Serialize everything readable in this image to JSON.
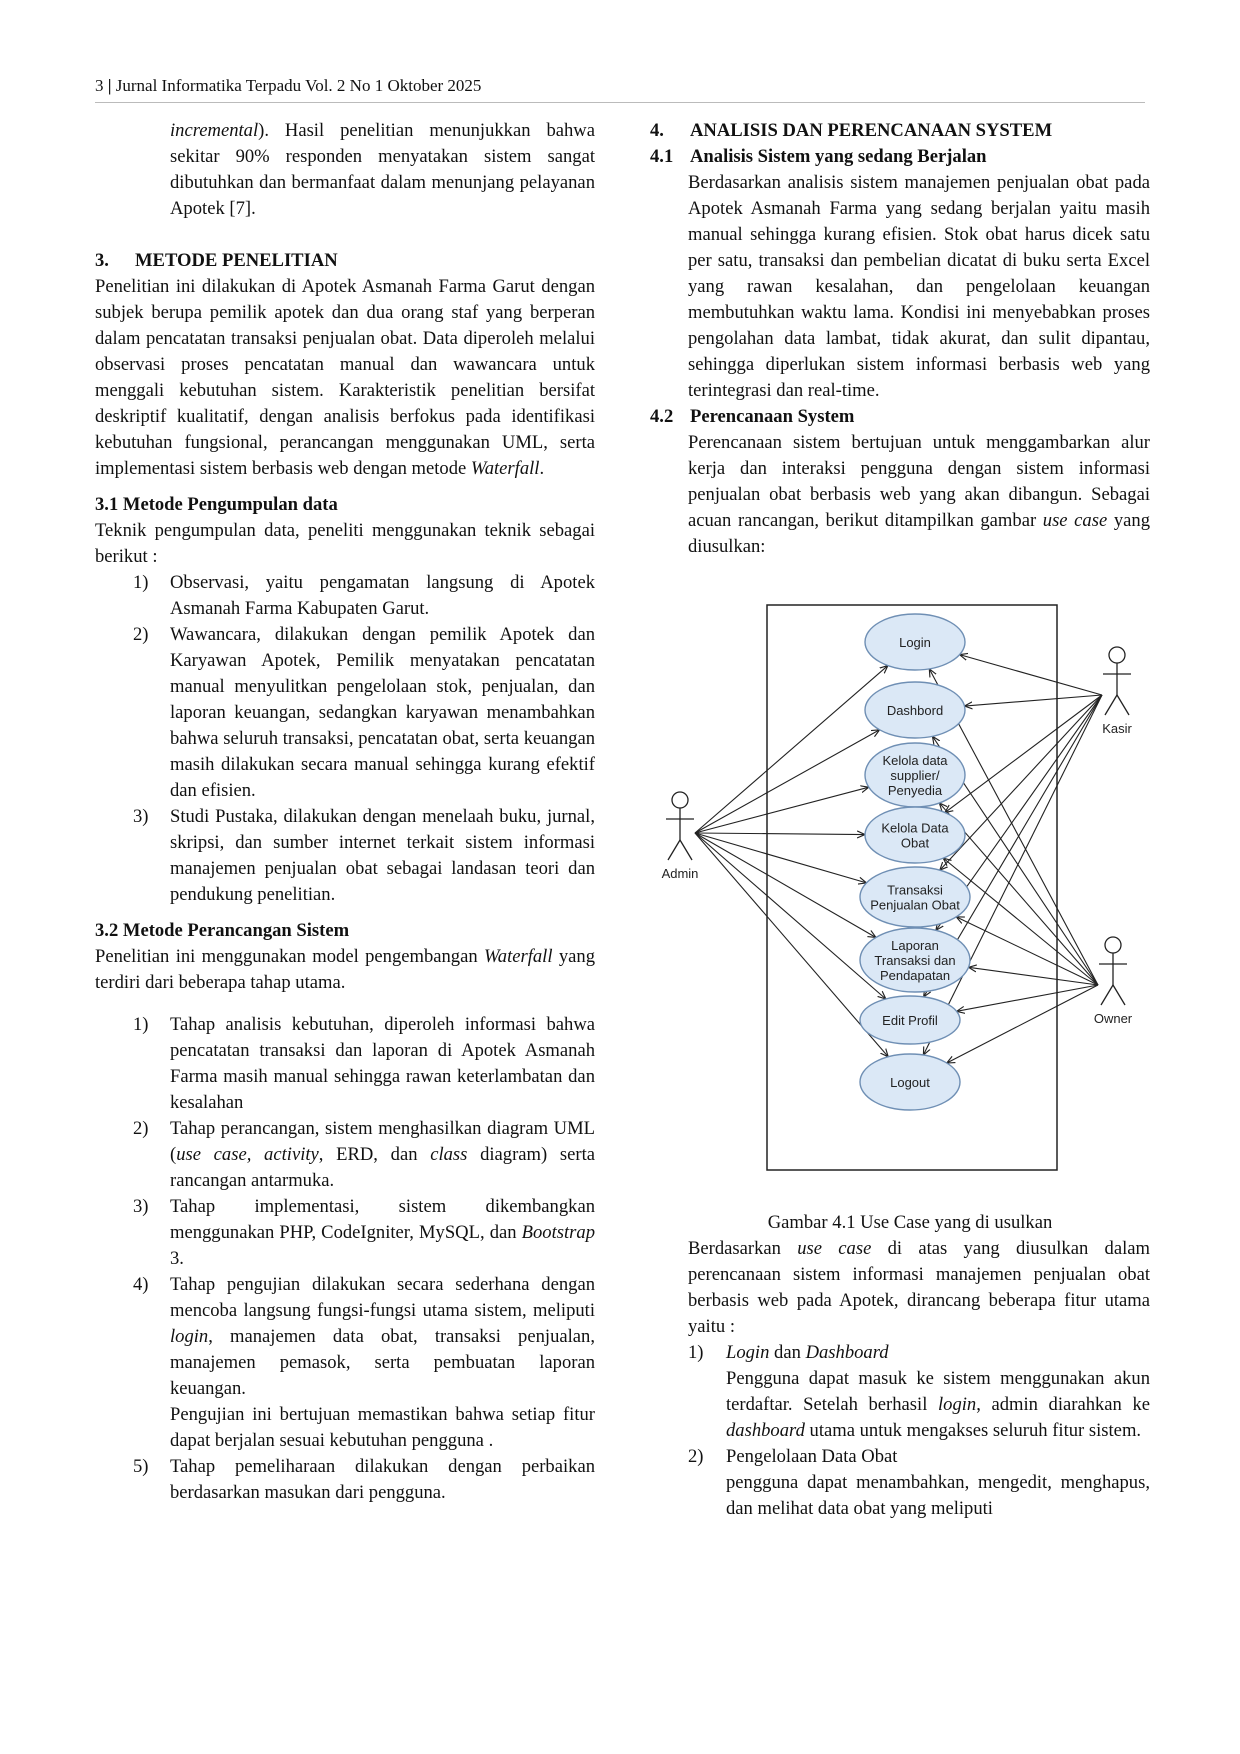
{
  "header": {
    "page": "3",
    "sep": "|",
    "journal": "Jurnal Informatika Terpadu Vol. 2 No 1 Oktober 2025"
  },
  "left": {
    "cont": [
      {
        "t": "incremental",
        "i": true
      },
      {
        "t": "). Hasil penelitian menunjukkan bahwa sekitar 90% responden menyatakan sistem sangat dibutuhkan dan bermanfaat dalam menunjang pelayanan Apotek [7]."
      }
    ],
    "sec3_num": "3.",
    "sec3_title": "METODE PENELITIAN",
    "sec3_para": [
      {
        "t": "Penelitian ini dilakukan di Apotek Asmanah Farma Garut dengan subjek berupa pemilik apotek dan dua orang staf yang berperan dalam pencatatan transaksi penjualan obat. Data diperoleh melalui observasi proses pencatatan manual dan wawancara untuk menggali kebutuhan sistem. Karakteristik penelitian bersifat deskriptif kualitatif, dengan analisis berfokus pada identifikasi kebutuhan fungsional, perancangan menggunakan UML, serta implementasi sistem berbasis web dengan metode "
      },
      {
        "t": "Waterfall",
        "i": true
      },
      {
        "t": "."
      }
    ],
    "s31_title": "3.1 Metode Pengumpulan data",
    "s31_intro": "Teknik pengumpulan data, peneliti menggunakan teknik sebagai berikut :",
    "s31_items": [
      {
        "num": "1)",
        "parts": [
          {
            "t": "Observasi, yaitu pengamatan langsung di Apotek Asmanah Farma Kabupaten Garut."
          }
        ]
      },
      {
        "num": "2)",
        "parts": [
          {
            "t": "Wawancara, dilakukan dengan pemilik Apotek dan Karyawan Apotek, Pemilik menyatakan pencatatan manual menyulitkan pengelolaan stok, penjualan, dan laporan keuangan, sedangkan karyawan menambahkan bahwa seluruh transaksi, pencatatan obat, serta keuangan masih dilakukan secara manual sehingga kurang efektif dan efisien."
          }
        ]
      },
      {
        "num": "3)",
        "parts": [
          {
            "t": "Studi Pustaka, dilakukan dengan menelaah buku, jurnal, skripsi, dan sumber internet terkait sistem informasi manajemen penjualan obat sebagai landasan teori dan pendukung penelitian."
          }
        ]
      }
    ],
    "s32_title": "3.2  Metode Perancangan Sistem",
    "s32_intro": [
      {
        "t": "Penelitian ini menggunakan model pengembangan "
      },
      {
        "t": "Waterfall",
        "i": true
      },
      {
        "t": " yang terdiri dari beberapa tahap utama."
      }
    ],
    "s32_items": [
      {
        "num": "1)",
        "parts": [
          {
            "t": "Tahap analisis kebutuhan, diperoleh informasi bahwa pencatatan transaksi dan laporan di Apotek Asmanah Farma masih manual sehingga rawan keterlambatan dan kesalahan"
          }
        ]
      },
      {
        "num": "2)",
        "parts": [
          {
            "t": "Tahap perancangan, sistem menghasilkan diagram UML ("
          },
          {
            "t": "use case, activity",
            "i": true
          },
          {
            "t": ", ERD, dan "
          },
          {
            "t": "class",
            "i": true
          },
          {
            "t": " diagram) serta rancangan antarmuka."
          }
        ]
      },
      {
        "num": "3)",
        "parts": [
          {
            "t": "Tahap implementasi, sistem dikembangkan menggunakan PHP, CodeIgniter, MySQL, dan "
          },
          {
            "t": "Bootstrap",
            "i": true
          },
          {
            "t": " 3."
          }
        ]
      },
      {
        "num": "4)",
        "parts": [
          {
            "t": "Tahap pengujian dilakukan secara sederhana dengan mencoba langsung fungsi-fungsi utama sistem, meliputi "
          },
          {
            "t": "login",
            "i": true
          },
          {
            "t": ", manajemen data obat, transaksi penjualan, manajemen pemasok, serta pembuatan laporan keuangan."
          }
        ],
        "extra": "Pengujian ini bertujuan memastikan bahwa setiap fitur dapat berjalan sesuai kebutuhan pengguna ."
      },
      {
        "num": "5)",
        "parts": [
          {
            "t": "Tahap pemeliharaan dilakukan dengan perbaikan berdasarkan masukan dari pengguna."
          }
        ]
      }
    ]
  },
  "right": {
    "sec4_num": "4.",
    "sec4_title": "ANALISIS DAN PERENCANAAN SYSTEM",
    "s41_num": "4.1",
    "s41_title": "Analisis Sistem yang sedang Berjalan",
    "s41_para": "Berdasarkan analisis sistem manajemen penjualan obat pada Apotek Asmanah Farma yang sedang berjalan yaitu masih manual sehingga kurang efisien. Stok obat harus dicek satu per satu, transaksi dan pembelian dicatat di buku serta Excel yang rawan kesalahan, dan pengelolaan keuangan membutuhkan waktu lama. Kondisi ini menyebabkan proses pengolahan data lambat, tidak akurat, dan sulit dipantau, sehingga diperlukan sistem informasi berbasis web yang terintegrasi dan real-time.",
    "s42_num": "4.2",
    "s42_title": "Perencanaan System",
    "s42_para": [
      {
        "t": "Perencanaan sistem bertujuan untuk menggambarkan alur kerja dan interaksi pengguna dengan sistem informasi penjualan obat berbasis web yang akan dibangun. Sebagai acuan rancangan, berikut ditampilkan gambar "
      },
      {
        "t": "use case",
        "i": true
      },
      {
        "t": " yang diusulkan:"
      }
    ],
    "diagram": {
      "actors": {
        "admin": "Admin",
        "kasir": "Kasir",
        "owner": "Owner"
      },
      "usecases": [
        {
          "id": "login",
          "lines": [
            "Login"
          ]
        },
        {
          "id": "dashbord",
          "lines": [
            "Dashbord"
          ]
        },
        {
          "id": "supplier",
          "lines": [
            "Kelola data",
            "supplier/",
            "Penyedia"
          ]
        },
        {
          "id": "obat",
          "lines": [
            "Kelola Data",
            "Obat"
          ]
        },
        {
          "id": "transaksi",
          "lines": [
            "Transaksi",
            "Penjualan Obat"
          ]
        },
        {
          "id": "laporan",
          "lines": [
            "Laporan",
            "Transaksi dan",
            "Pendapatan"
          ]
        },
        {
          "id": "profil",
          "lines": [
            "Edit Profil"
          ]
        },
        {
          "id": "logout",
          "lines": [
            "Logout"
          ]
        }
      ],
      "colors": {
        "fill": "#dbe8f6",
        "stroke": "#6f8fb4",
        "line": "#222222"
      }
    },
    "fig_caption": "Gambar 4.1 Use Case yang di usulkan",
    "after_para": [
      {
        "t": "Berdasarkan "
      },
      {
        "t": "use case",
        "i": true
      },
      {
        "t": " di atas yang diusulkan dalam perencanaan sistem informasi manajemen penjualan obat berbasis web pada Apotek, dirancang beberapa fitur utama yaitu :"
      }
    ],
    "features": [
      {
        "num": "1)",
        "title": [
          {
            "t": "Login",
            "i": true
          },
          {
            "t": " dan "
          },
          {
            "t": "Dashboard",
            "i": true
          }
        ],
        "body": [
          {
            "t": "Pengguna dapat masuk ke sistem menggunakan akun terdaftar. Setelah berhasil "
          },
          {
            "t": "login",
            "i": true
          },
          {
            "t": ", admin diarahkan ke "
          },
          {
            "t": "dashboard",
            "i": true
          },
          {
            "t": " utama untuk mengakses seluruh fitur sistem."
          }
        ]
      },
      {
        "num": "2)",
        "title": [
          {
            "t": "Pengelolaan Data Obat"
          }
        ],
        "body": [
          {
            "t": "pengguna dapat menambahkan, mengedit, menghapus, dan melihat data obat yang meliputi"
          }
        ]
      }
    ]
  }
}
